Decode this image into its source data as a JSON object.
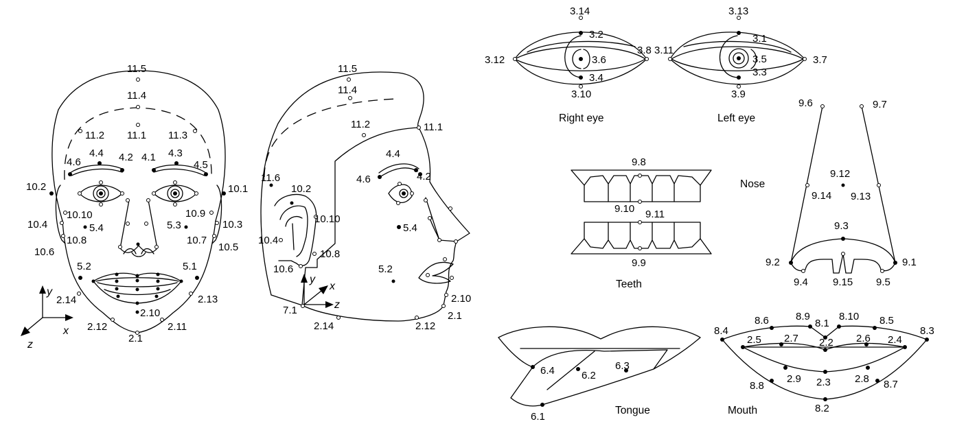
{
  "captions": {
    "right_eye": "Right eye",
    "left_eye": "Left eye",
    "nose": "Nose",
    "teeth": "Teeth",
    "tongue": "Tongue",
    "mouth": "Mouth"
  },
  "axes": {
    "x": "x",
    "y": "y",
    "z": "z"
  },
  "labels": {
    "front_face": [
      "11.5",
      "11.4",
      "11.2",
      "11.1",
      "11.3",
      "4.6",
      "4.4",
      "4.2",
      "4.1",
      "4.3",
      "4.5",
      "10.2",
      "10.1",
      "10.10",
      "10.9",
      "10.4",
      "5.4",
      "5.3",
      "10.3",
      "10.8",
      "10.7",
      "10.6",
      "10.5",
      "5.2",
      "5.1",
      "2.14",
      "2.13",
      "2.10",
      "2.12",
      "2.11",
      "2.1"
    ],
    "side_face": [
      "11.5",
      "11.4",
      "11.2",
      "11.1",
      "11.6",
      "4.4",
      "4.6",
      "4.2",
      "10.2",
      "10.10",
      "5.4",
      "10.4",
      "10.8",
      "10.6",
      "5.2",
      "7.1",
      "2.10",
      "2.1",
      "2.14",
      "2.12"
    ],
    "right_eye": [
      "3.14",
      "3.2",
      "3.6",
      "3.12",
      "3.8",
      "3.4",
      "3.10"
    ],
    "left_eye": [
      "3.13",
      "3.1",
      "3.5",
      "3.11",
      "3.7",
      "3.3",
      "3.9"
    ],
    "nose": [
      "9.6",
      "9.7",
      "9.12",
      "9.14",
      "9.13",
      "9.3",
      "9.2",
      "9.1",
      "9.4",
      "9.15",
      "9.5"
    ],
    "teeth": [
      "9.8",
      "9.10",
      "9.11",
      "9.9"
    ],
    "tongue": [
      "6.4",
      "6.2",
      "6.3",
      "6.1"
    ],
    "mouth": [
      "8.4",
      "8.6",
      "8.9",
      "8.1",
      "8.10",
      "8.5",
      "8.3",
      "2.5",
      "2.7",
      "2.2",
      "2.6",
      "2.4",
      "2.9",
      "2.3",
      "2.8",
      "8.8",
      "8.7",
      "8.2"
    ]
  }
}
